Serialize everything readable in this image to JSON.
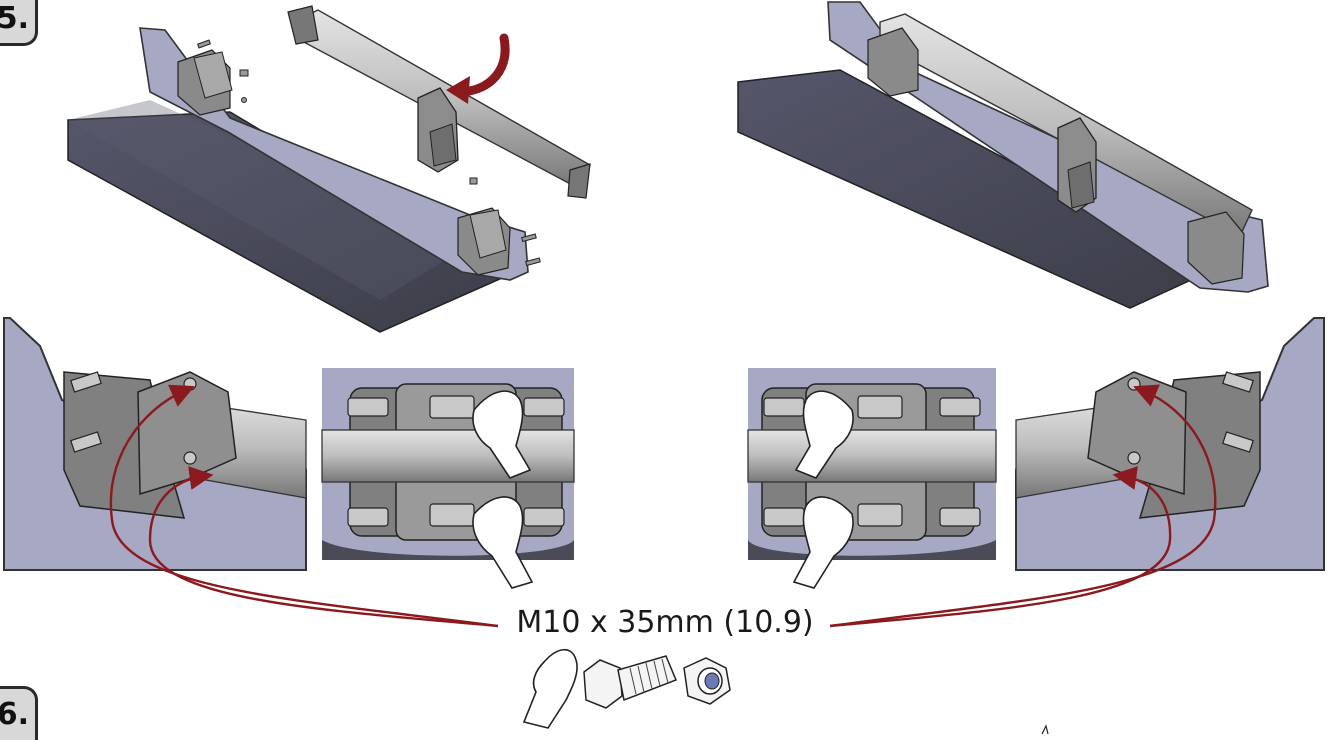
{
  "steps": {
    "step_a": "5.",
    "step_b": "6."
  },
  "fastener": {
    "label": "M10 x 35mm (10.9)"
  },
  "colors": {
    "arrow": "#8b1a1f",
    "panel": "#a6a8c4",
    "panel_edge": "#3a3a44",
    "floor": "#4a4b57",
    "metal": "#8c8c8c",
    "metal_light": "#d6d6d6"
  },
  "icons": [
    "hand-icon",
    "bolt-icon",
    "nut-icon",
    "curved-arrow-icon"
  ]
}
